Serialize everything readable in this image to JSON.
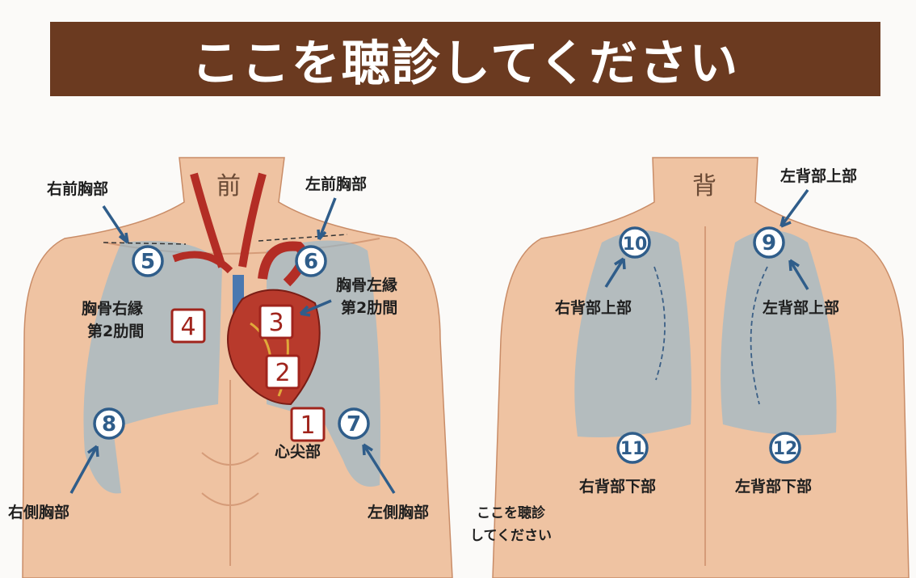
{
  "title": "ここを聴診してください",
  "front": {
    "view_label": "前",
    "labels": {
      "right_anterior": "右前胸部",
      "left_anterior": "左前胸部",
      "sternal_right_1": "胸骨右縁",
      "sternal_right_2": "第2肋間",
      "sternal_left_1": "胸骨左縁",
      "sternal_left_2": "第2肋間",
      "apex": "心尖部",
      "right_lateral": "右側胸部",
      "left_lateral": "左側胸部"
    },
    "points": {
      "p1": "1",
      "p2": "2",
      "p3": "3",
      "p4": "4",
      "p5": "5",
      "p6": "6",
      "p7": "7",
      "p8": "8"
    }
  },
  "back": {
    "view_label": "背",
    "labels": {
      "left_upper_top": "左背部上部",
      "left_upper": "左背部上部",
      "right_upper": "右背部上部",
      "right_lower": "右背部下部",
      "left_lower": "左背部下部"
    },
    "points": {
      "p9": "9",
      "p10": "10",
      "p11": "11",
      "p12": "12"
    },
    "note_line1": "ここを聴診",
    "note_line2": "してください"
  },
  "colors": {
    "title_bar": "#6b3a20",
    "point_ring": "#2f5d8a",
    "heart_box": "#a0241c",
    "lung": "#8fb8cf",
    "skin": "#efc3a2"
  }
}
